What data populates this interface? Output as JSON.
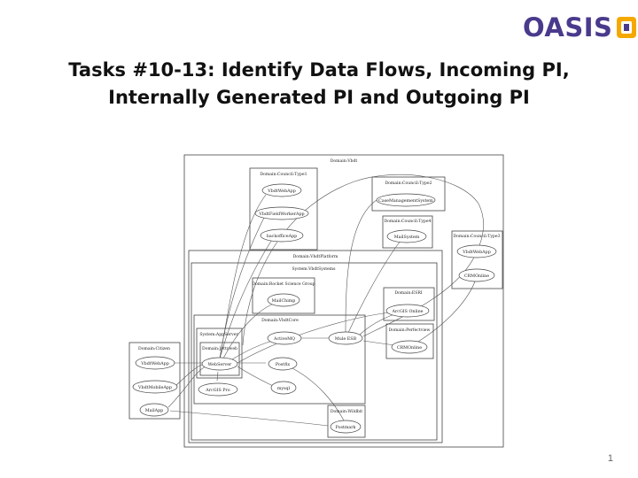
{
  "logo": {
    "text": "OASIS"
  },
  "slide": {
    "title_line1": "Tasks #10-13: Identify Data Flows, Incoming PI,",
    "title_line2": "Internally Generated PI and Outgoing PI",
    "page_number": "1"
  },
  "diagram": {
    "clusters": {
      "vbdt": "Domain:Vbdt",
      "council_type1": "Domain:Council:Type1",
      "council_type2": "Domain:Council:Type2",
      "council_type4": "Domain:Council:Type4",
      "council_type3": "Domain:Council:Type3",
      "platform": "Domain:VbdtPlatform",
      "system": "System:VbdtSystems",
      "rocket": "Domain:Rocket Science Group",
      "esri": "Domain:ESRI",
      "perfectview": "Domain:Perfectview",
      "core": "Domain:VbdtCore",
      "appserver": "System:AppServer",
      "jspweb": "Domain:Jettyweb",
      "citizen": "Domain:Citizen",
      "wildbit": "Domain:Wildbit"
    },
    "nodes": {
      "t1_webapp": "VbdtWebApp",
      "t1_fieldworker": "VbdtFieldWorkerApp",
      "t1_backoffice": "backofficeApp",
      "t2_casemgmt": "CaseManagementSystem",
      "t4_mailsystem": "MailSystem",
      "t3_webapp": "VbdtWebApp",
      "t3_crm": "CRMOnline",
      "mailchimp": "MailChimp",
      "arcgis_online": "ArcGIS Online",
      "crmonline": "CRMOnline",
      "activemq": "ActiveMQ",
      "mule": "Mule ESB",
      "webserver": "WebServer",
      "postfix": "Postfix",
      "mysql": "mysql",
      "arcgis_pro": "ArcGIS Pro",
      "cit_webapp": "VbdtWebApp",
      "cit_mobile": "VbdtMobileApp",
      "cit_mailapp": "MailApp",
      "postmark": "Postmark"
    }
  }
}
